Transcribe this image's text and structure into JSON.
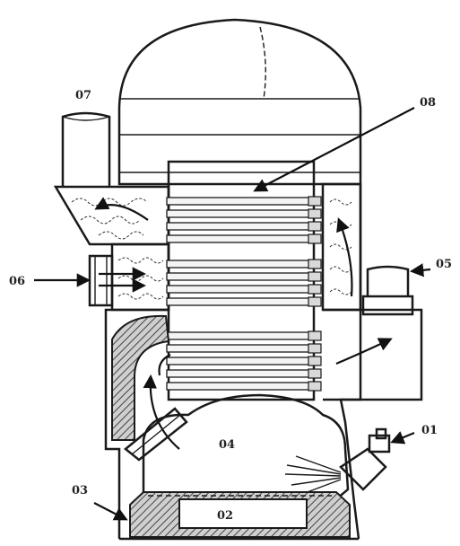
{
  "labels": {
    "l01": "01",
    "l02": "02",
    "l03": "03",
    "l04": "04",
    "l05": "05",
    "l06": "06",
    "l07": "07",
    "l08": "08"
  },
  "colors": {
    "ink": "#1a1a1a",
    "paper": "#ffffff"
  }
}
